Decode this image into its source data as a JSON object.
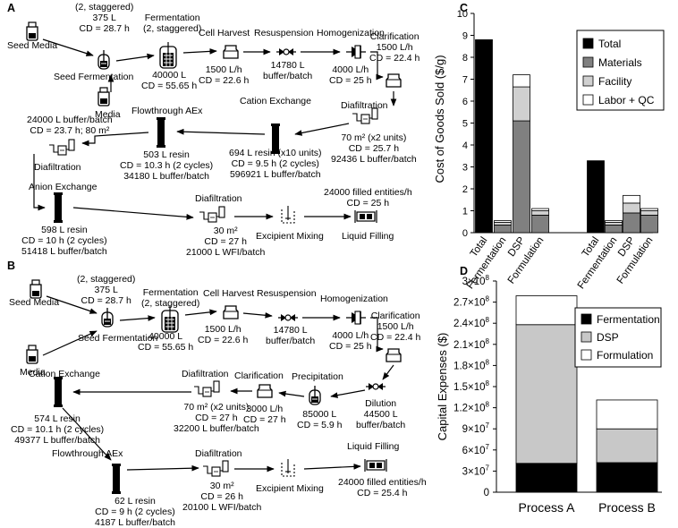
{
  "panels": {
    "a": "A",
    "b": "B",
    "c": "C",
    "d": "D"
  },
  "A": {
    "seed_media": "Seed Media",
    "seed_ferm_top": [
      "(2, staggered)",
      "375 L",
      "CD = 28.7 h"
    ],
    "seed_ferm": "Seed Fermentation",
    "media": "Media",
    "ferm_top": [
      "Fermentation",
      "(2, staggered)"
    ],
    "ferm_bot": [
      "40000 L",
      "CD = 55.65 h"
    ],
    "harvest_top": "Cell Harvest",
    "harvest_bot": [
      "1500 L/h",
      "CD = 22.6 h"
    ],
    "resusp_top": "Resuspension",
    "resusp_bot": [
      "14780 L",
      "buffer/batch"
    ],
    "homog_top": "Homogenization",
    "homog_bot": [
      "4000 L/h",
      "CD = 25 h"
    ],
    "clar": [
      "Clarification",
      "1500 L/h",
      "CD = 22.4 h"
    ],
    "diaf1_top": "Diafiltration",
    "diaf1_bot": [
      "70 m² (x2 units)",
      "CD = 25.7 h",
      "92436 L buffer/batch"
    ],
    "cex_top": "Cation Exchange",
    "cex_bot": [
      "694 L resin (x10 units)",
      "CD = 9.5 h (2 cycles)",
      "596921 L buffer/batch"
    ],
    "faex_top": "Flowthrough AEx",
    "faex_bot": [
      "503 L resin",
      "CD = 10.3 h  (2 cycles)",
      "34180 L buffer/batch"
    ],
    "diaf2_top": [
      "24000 L buffer/batch",
      "CD = 23.7 h; 80 m²"
    ],
    "diaf2_bot": "Diafiltration",
    "aex_top": "Anion Exchange",
    "aex_bot": [
      "598 L resin",
      "CD = 10 h (2 cycles)",
      "51418 L buffer/batch"
    ],
    "diaf3_top": "Diafiltration",
    "diaf3_bot": [
      "30 m²",
      "CD = 27 h",
      "21000 L WFI/batch"
    ],
    "excip": "Excipient Mixing",
    "fill_top": [
      "24000 filled entities/h",
      "CD = 25 h"
    ],
    "fill_bot": "Liquid Filling"
  },
  "B": {
    "seed_media": "Seed Media",
    "seed_ferm_top": [
      "(2, staggered)",
      "375 L",
      "CD = 28.7 h"
    ],
    "seed_ferm": "Seed Fermentation",
    "media": "Media",
    "ferm_top": [
      "Fermentation",
      "(2, staggered)"
    ],
    "ferm_bot": [
      "40000 L",
      "CD = 55.65 h"
    ],
    "harvest_top": "Cell Harvest",
    "harvest_bot": [
      "1500 L/h",
      "CD = 22.6 h"
    ],
    "resusp_top": "Resuspension",
    "resusp_bot": [
      "14780 L",
      "buffer/batch"
    ],
    "homog_top": "Homogenization",
    "homog_bot": [
      "4000 L/h",
      "CD = 25 h"
    ],
    "clar": [
      "Clarification",
      "1500 L/h",
      "CD = 22.4 h"
    ],
    "dilution": [
      "Dilution",
      "44500 L",
      "buffer/batch"
    ],
    "precip_top": "Precipitation",
    "precip_bot": [
      "85000 L",
      "CD = 5.9 h"
    ],
    "clar2_top": "Clarification",
    "clar2_bot": [
      "3000 L/h",
      "CD = 27 h"
    ],
    "diaf_top": "Diafiltration",
    "diaf_bot": [
      "70 m²  (x2 units)",
      "CD = 27 h",
      "32200 L buffer/batch"
    ],
    "cex_top": "Cation Exchange",
    "cex_bot": [
      "574 L resin",
      "CD = 10.1 h (2 cycles)",
      "49377 L buffer/batch"
    ],
    "faex_top": "Flowthrough AEx",
    "faex_bot": [
      "62 L resin",
      "CD = 9 h  (2 cycles)",
      "4187 L buffer/batch"
    ],
    "diaf2_top": "Diafiltration",
    "diaf2_bot": [
      "30 m²",
      "CD = 26 h",
      "20100 L WFI/batch"
    ],
    "excip": "Excipient Mixing",
    "fill_top": "Liquid Filling",
    "fill_bot": [
      "24000 filled entities/h",
      "CD = 25.4 h"
    ]
  },
  "colors": {
    "total": "#000000",
    "materials": "#808080",
    "facility": "#d0d0d0",
    "labor": "#ffffff",
    "fermentation": "#000000",
    "dsp": "#c8c8c8",
    "formulation": "#ffffff"
  },
  "chart_data": [
    {
      "type": "bar",
      "stacked": true,
      "ylabel": "Cost of  Goods Sold ($/g)",
      "ylim": [
        0,
        10
      ],
      "yticks": [
        0,
        1,
        2,
        3,
        4,
        5,
        6,
        7,
        8,
        9,
        10
      ],
      "groups": [
        {
          "categories": [
            "Total",
            "Fermentation",
            "DSP",
            "Formulation"
          ]
        },
        {
          "categories": [
            "Total",
            "Fermentation",
            "DSP",
            "Formulation"
          ]
        }
      ],
      "series": [
        {
          "name": "Total",
          "values": [
            [
              8.8,
              0,
              0,
              0
            ],
            [
              3.28,
              0,
              0,
              0
            ]
          ]
        },
        {
          "name": "Materials",
          "values": [
            [
              0,
              0.35,
              5.1,
              0.8
            ],
            [
              0,
              0.35,
              0.9,
              0.8
            ]
          ]
        },
        {
          "name": "Facility",
          "values": [
            [
              0,
              0.12,
              1.55,
              0.2
            ],
            [
              0,
              0.12,
              0.45,
              0.2
            ]
          ]
        },
        {
          "name": "Labor + QC",
          "values": [
            [
              0,
              0.08,
              0.55,
              0.1
            ],
            [
              0,
              0.08,
              0.35,
              0.1
            ]
          ]
        }
      ],
      "legend": "top-right",
      "grid": false
    },
    {
      "type": "bar",
      "stacked": true,
      "ylabel": "Capital  Expenses ($)",
      "ylim": [
        0,
        300000000
      ],
      "ytick_labels": [
        [
          "0",
          ""
        ],
        [
          "3×10",
          "7"
        ],
        [
          "6×10",
          "7"
        ],
        [
          "9×10",
          "7"
        ],
        [
          "1.2×10",
          "8"
        ],
        [
          "1.5×10",
          "8"
        ],
        [
          "1.8×10",
          "8"
        ],
        [
          "2.1×10",
          "8"
        ],
        [
          "2.4×10",
          "8"
        ],
        [
          "2.7×10",
          "8"
        ],
        [
          "3×10",
          "8"
        ]
      ],
      "categories": [
        "Process A",
        "Process B"
      ],
      "series": [
        {
          "name": "Fermentation",
          "values": [
            41000000,
            42000000
          ]
        },
        {
          "name": "DSP",
          "values": [
            197000000,
            48000000
          ]
        },
        {
          "name": "Formulation",
          "values": [
            41000000,
            41000000
          ]
        }
      ],
      "legend": "top-right",
      "grid": false
    }
  ]
}
